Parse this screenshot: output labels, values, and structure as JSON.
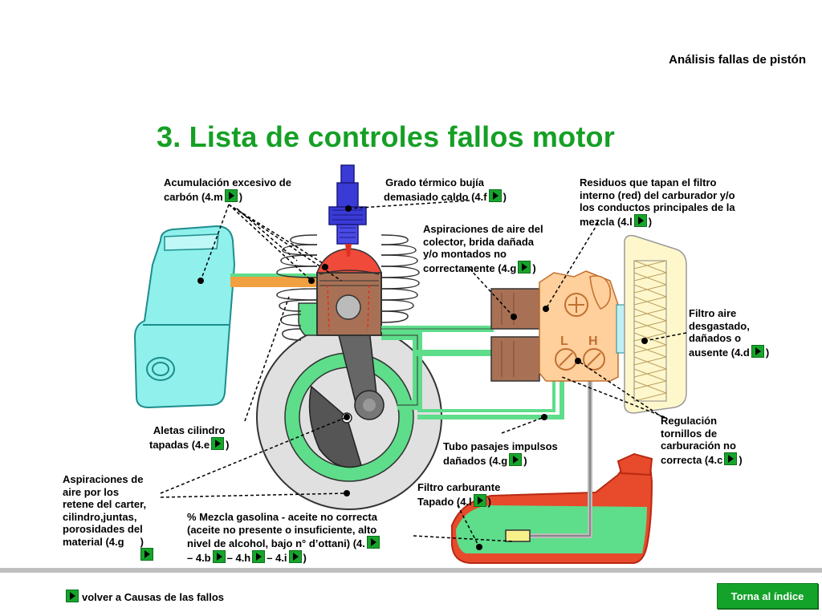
{
  "header": {
    "title": "Análisis fallas de pistón"
  },
  "page_title": "3.  Lista de controles fallos motor",
  "labels": {
    "carbon": {
      "lines": [
        "Acumulación excesivo de",
        "carbón (4.m"
      ],
      "suffix": ")"
    },
    "bujia": {
      "lines": [
        "Grado térmico bujía",
        "demasiado caldo (4.f"
      ],
      "suffix": ")"
    },
    "residuos": {
      "lines": [
        "Residuos que tapan el filtro",
        "interno (red) del carburador y/o",
        "los conductos principales de la",
        "mezcla (4.l"
      ],
      "suffix": ")"
    },
    "aspiraciones_colector": {
      "lines": [
        "Aspiraciones de aire del",
        "colector, brida dañada",
        "y/o montados no",
        "correctamente (4.g"
      ],
      "suffix": ")"
    },
    "filtro_aire": {
      "lines": [
        "Filtro aire",
        "desgastado,",
        "dañados o",
        "ausente (4.d"
      ],
      "suffix": ")"
    },
    "regulacion": {
      "lines": [
        "Regulación",
        "tornillos de",
        "carburación no",
        "correcta (4.c"
      ],
      "suffix": ")"
    },
    "aletas": {
      "lines": [
        "Aletas cilindro",
        "tapadas (4.e"
      ],
      "suffix": ")"
    },
    "tubo": {
      "lines": [
        "Tubo pasajes impulsos",
        "dañados (4.g"
      ],
      "suffix": ")"
    },
    "filtro_carburante": {
      "lines": [
        "Filtro carburante",
        "Tapado (4.l"
      ],
      "suffix": ")"
    },
    "aspiraciones_carter": {
      "lines": [
        "Aspiraciones de",
        "aire por los",
        "retene del carter,",
        "cilindro,juntas,",
        "porosidades del",
        "material (4.g"
      ],
      "suffix": ")"
    },
    "mezcla": {
      "lines": [
        "% Mezcla gasolina - aceite no correcta",
        "(aceite no presente o insuficiente, alto",
        "nivel de alcohol, bajo n° d’ottani) (4."
      ],
      "line4": [
        "– 4.b",
        "– 4.h",
        "– 4.i",
        ")"
      ]
    }
  },
  "carb_letters": {
    "left": "L",
    "right": "H"
  },
  "footer": {
    "back_label": "volver a Causas de las fallos",
    "index_label": "Torna al índice"
  },
  "colors": {
    "title_green": "#15a025",
    "button_green": "#14a32a",
    "tank_cyan": "#8ff0ec",
    "engine_brown": "#a87155",
    "carb_orange": "#ffcf9c",
    "fuel_green": "#5edd8a"
  }
}
